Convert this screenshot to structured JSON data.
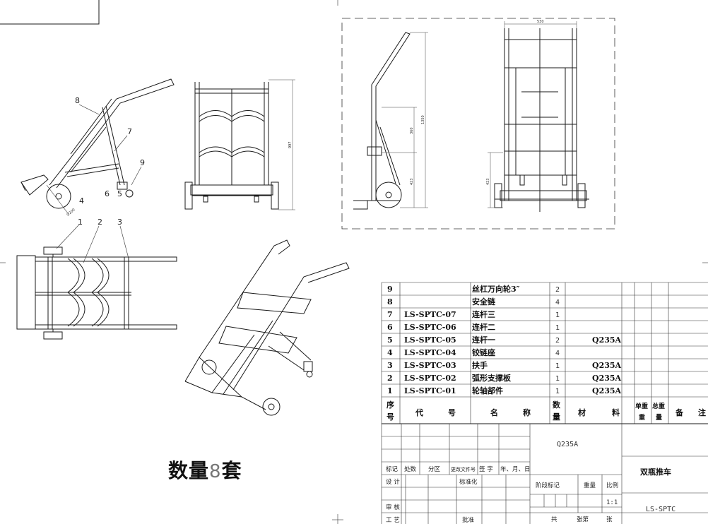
{
  "views": {
    "callouts": [
      "8",
      "7",
      "9",
      "4",
      "6",
      "5",
      "1",
      "2",
      "3"
    ],
    "diameter_label": "Ø200",
    "front_height_dim": "997",
    "big_view": {
      "width_dim": "530",
      "height_dim": "1350",
      "mid_dim": "360",
      "low_dim": "423",
      "right_low_dim": "423"
    }
  },
  "quantity_note": {
    "prefix": "数量",
    "count": "8",
    "suffix": "套"
  },
  "bom": {
    "rows": [
      {
        "no": "9",
        "code": "",
        "name": "丝杠万向轮3″",
        "qty": "2",
        "material": ""
      },
      {
        "no": "8",
        "code": "",
        "name": "安全链",
        "qty": "4",
        "material": ""
      },
      {
        "no": "7",
        "code": "LS-SPTC-07",
        "name": "连杆三",
        "qty": "1",
        "material": ""
      },
      {
        "no": "6",
        "code": "LS-SPTC-06",
        "name": "连杆二",
        "qty": "1",
        "material": ""
      },
      {
        "no": "5",
        "code": "LS-SPTC-05",
        "name": "连杆一",
        "qty": "2",
        "material": "Q235A"
      },
      {
        "no": "4",
        "code": "LS-SPTC-04",
        "name": "铰链座",
        "qty": "4",
        "material": ""
      },
      {
        "no": "3",
        "code": "LS-SPTC-03",
        "name": "扶手",
        "qty": "1",
        "material": "Q235A"
      },
      {
        "no": "2",
        "code": "LS-SPTC-02",
        "name": "弧形支撑板",
        "qty": "1",
        "material": "Q235A"
      },
      {
        "no": "1",
        "code": "LS-SPTC-01",
        "name": "轮轴部件",
        "qty": "1",
        "material": "Q235A"
      }
    ],
    "header": {
      "no": [
        "序",
        "号"
      ],
      "code": [
        "代",
        "号"
      ],
      "name": [
        "名",
        "称"
      ],
      "qty": [
        "数",
        "量"
      ],
      "material": [
        "材",
        "料"
      ],
      "unit_weight": [
        "单重",
        "重"
      ],
      "total_weight": [
        "总重",
        "量"
      ],
      "remark": [
        "备",
        "注"
      ]
    }
  },
  "title_block": {
    "material": "Q235A",
    "product_name": "双瓶推车",
    "drawing_no": "LS-SPTC",
    "scale": "1:1",
    "labels": {
      "mark": "标记",
      "count": "处数",
      "zone": "分区",
      "doc_no": "更改文件号",
      "signature": "签 字",
      "date": "年、月、日",
      "design": "设 计",
      "standardize": "标准化",
      "stage_mark": "阶段标记",
      "weight": "重量",
      "scale": "比例",
      "review": "审 核",
      "process": "工 艺",
      "approve": "批准",
      "total": "共",
      "sheets_of": "张第",
      "sheet": "张"
    }
  }
}
